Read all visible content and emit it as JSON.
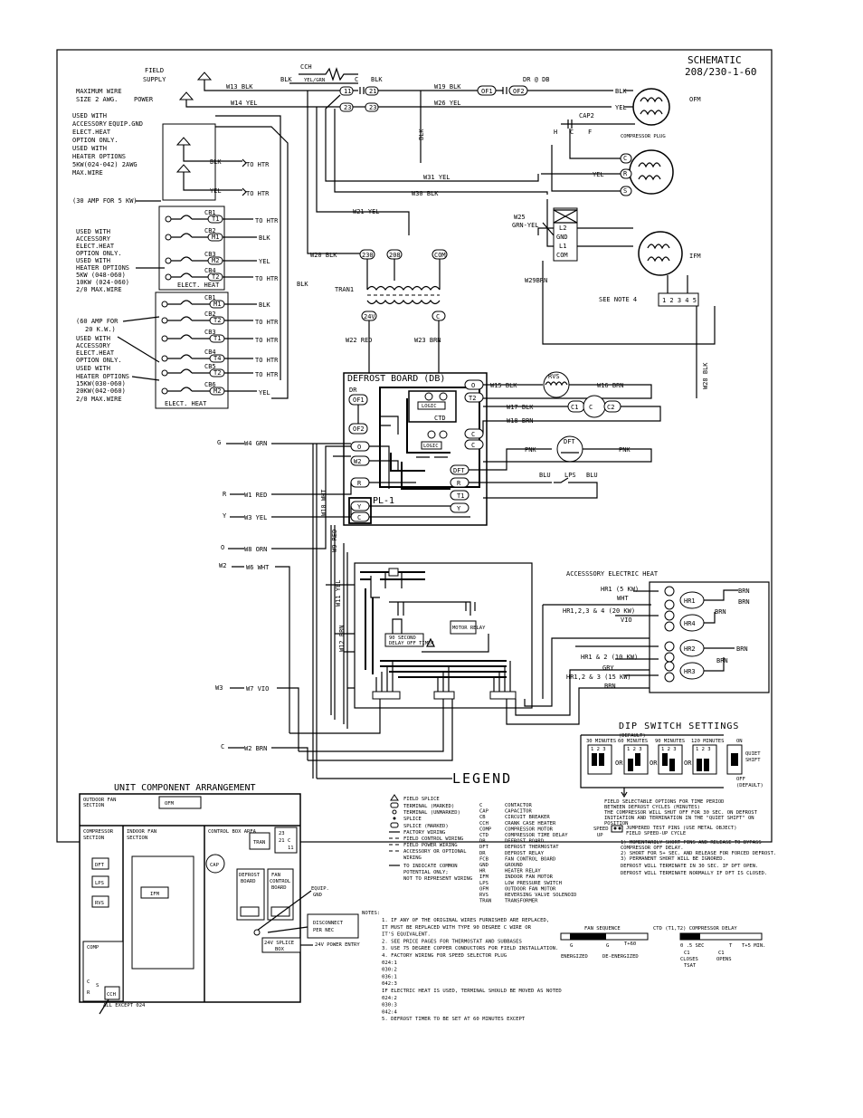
{
  "title": {
    "line1": "SCHEMATIC",
    "line2": "208/230-1-60"
  },
  "supply": {
    "field_supply": [
      "FIELD",
      "SUPPLY"
    ],
    "max_wire": [
      "MAXIMUM WIRE",
      "SIZE 2 AWG.",
      "POWER"
    ],
    "accessory": [
      "USED WITH",
      "ACCESSORY",
      "ELECT.HEAT",
      "OPTION ONLY.",
      "USED WITH",
      "HEATER OPTIONS",
      "5KW(024-042) 2AWG",
      "MAX.WIRE"
    ],
    "equip_gnd": "EQUIP.GND",
    "amp_30": "(30 AMP FOR 5 KW)",
    "cb_group1": [
      "USED WITH",
      "ACCESSORY",
      "ELECT.HEAT",
      "OPTION ONLY.",
      "USED WITH",
      "HEATER OPTIONS",
      "5KW (048-060)",
      "10KW (024-060)",
      "2/0 MAX.WIRE"
    ],
    "amp_60": [
      "(60 AMP FOR",
      "20 K.W.)"
    ],
    "cb_group2": [
      "USED WITH",
      "ACCESSORY",
      "ELECT.HEAT",
      "OPTION ONLY.",
      "USED WITH",
      "HEATER OPTIONS",
      "15KW(030-060)",
      "20KW(042-060)",
      "2/0 MAX.WIRE"
    ],
    "elect_heat": "ELECT. HEAT",
    "elect_heat2": "ELECT.  HEAT"
  },
  "wires": {
    "w13": "W13 BLK",
    "w14": "W14 YEL",
    "w19": "W19 BLK",
    "w26": "W26 YEL",
    "w31": "W31 YEL",
    "w30": "W30 BLK",
    "w21": "W21 YEL",
    "w20": "W20 BLK",
    "w25": [
      "W25",
      "GRN-YEL"
    ],
    "w29": "W29BRN",
    "w22": "W22 RED",
    "w23": "W23 BRN",
    "w28": "W28 BLK",
    "w15": "W15 BLK",
    "w16": "W16 BRN",
    "w17": "W17 BLK",
    "w18": "W18 BRN",
    "w4": "W4 GRN",
    "w1": "W1 RED",
    "w3": "W3 YEL",
    "w8": "W8 ORN",
    "w6": "W6 WHT",
    "w10": "W10 WHT",
    "w9": "W9 RED",
    "w11": "W11 YEL",
    "w12": "W12 BRN",
    "w7": "W7 VIO",
    "w2": "W2 BRN",
    "blk": "BLK",
    "yel": "YEL",
    "to_htr": "TO HTR"
  },
  "components": {
    "cch": "CCH",
    "cch_wire": "YEL/GRN",
    "c": "C",
    "dr_db": "DR @ DB",
    "of1": "OF1",
    "of2": "OF2",
    "ofm": "OFM",
    "cap2": "CAP2",
    "h": "H",
    "f": "F",
    "compressor_plug": "COMPRESSOR PLUG",
    "s": "S",
    "r": "R",
    "ifm": "IFM",
    "l2": "L2",
    "gnd": "GND",
    "l1": "L1",
    "com": "COM",
    "see_note": "SEE NOTE 4",
    "speeds": "1 2 3 4 5",
    "tran1": "TRAN1",
    "t230": "230",
    "t208": "208",
    "t24v": "24V",
    "cb1": "CB1",
    "cb2": "CB2",
    "cb3": "CB3",
    "cb4": "CB4",
    "cb5": "CB5",
    "cb6": "CB6",
    "t1": "T1",
    "m1": "M1",
    "m2": "M2",
    "t2": "T2",
    "t4": "T4",
    "defrost_board": "DEFROST BOARD (DB)",
    "dr": "DR",
    "logic": "LOGIC",
    "ctd": "CTD",
    "pl1": "PL-1",
    "o": "O",
    "w2": "W2",
    "y": "Y",
    "rvs": "RVS",
    "c1": "C1",
    "c2": "C2",
    "dft": "DFT",
    "pnk": "PNK",
    "blu": "BLU",
    "lps": "LPS",
    "g": "G",
    "r_term": "R",
    "y_term": "Y",
    "o_term": "O",
    "w2_term": "W2",
    "w3_term": "W3",
    "c_term": "C",
    "delay_timer": [
      "90 SECOND",
      "DELAY OFF TIMER"
    ],
    "motor_relay": "MOTOR RELAY"
  },
  "accessory_heat": {
    "title": "ACCESSSORY ELECTRIC HEAT",
    "hr1": "HR1 (5 KW)",
    "wht": "WHT",
    "hr1234": "HR1,2,3 & 4 (20 KW)",
    "vio": "VIO",
    "hr12": "HR1 & 2 (10 KW)",
    "gry": "GRY",
    "hr123": "HR1,2 & 3 (15 KW)",
    "brn": "BRN",
    "relays": [
      "HR1",
      "HR4",
      "HR2",
      "HR3"
    ]
  },
  "dip": {
    "title": "DIP SWITCH SETTINGS",
    "default": "(DEFAULT)",
    "options": [
      "30 MINUTES",
      "60 MINUTES",
      "90 MINUTES",
      "120 MINUTES"
    ],
    "or": "OR",
    "on": "ON",
    "quiet_shift": [
      "QUIET",
      "SHIFT"
    ],
    "off": [
      "OFF",
      "(DEFAULT)"
    ],
    "positions": "1 2 3"
  },
  "legend": {
    "title": "LEGEND",
    "symbols": [
      "FIELD SPLICE",
      "TERMINAL (MARKED)",
      "TERMINAL (UNMARKED)",
      "SPLICE",
      "SPLICE (MARKED)",
      "FACTORY WIRING",
      "FIELD CONTROL WIRING",
      "FIELD POWER WIRING",
      "ACCESSORY OR OPTIONAL",
      "WIRING",
      "TO INDICATE COMMON",
      "POTENTIAL ONLY;",
      "NOT TO REPRESENT WIRING"
    ],
    "abbr": [
      [
        "C",
        "CONTACTOR"
      ],
      [
        "CAP",
        "CAPACITOR"
      ],
      [
        "CB",
        "CIRCUIT BREAKER"
      ],
      [
        "CCH",
        "CRANK CASE HEATER"
      ],
      [
        "COMP",
        "COMPRESSOR MOTOR"
      ],
      [
        "CTD",
        "COMPRESSOR TIME DELAY"
      ],
      [
        "DB",
        "DEFROST BOARD"
      ],
      [
        "DFT",
        "DEFROST THERMOSTAT"
      ],
      [
        "DR",
        "DEFROST RELAY"
      ],
      [
        "FCB",
        "FAN CONTROL BOARD"
      ],
      [
        "GND",
        "GROUND"
      ],
      [
        "HR",
        "HEATER RELAY"
      ],
      [
        "IFM",
        "INDOOR FAN MOTOR"
      ],
      [
        "LPS",
        "LOW PRESSURE SWITCH"
      ],
      [
        "OFM",
        "OUTDOOR FAN MOTOR"
      ],
      [
        "RVS",
        "REVERSING VALVE SOLENOID"
      ],
      [
        "TRAN",
        "TRANSFORMER"
      ]
    ]
  },
  "field_options": [
    "FIELD SELECTABLE OPTIONS FOR TIME PERIOD",
    "BETWEEN DEFROST CYCLES (MINUTES)",
    "THE COMPRESSOR WILL SHUT OFF FOR 30 SEC. ON DEFROST",
    "INITIATION AND TERMINATION IN THE \"QUIET SHIFT\" ON",
    "POSITION"
  ],
  "speed_up": {
    "label": "SPEED",
    "up": "UP",
    "text": [
      "JUMPERED TEST PINS (USE METAL OBJECT)",
      "FIELD SPEED-UP CYCLE"
    ],
    "items": [
      "1) MOMENTARILY SHORT PINS AND RELEASE TO BYPASS",
      "   COMPRESSOR OFF DELAY.",
      "2) SHORT FOR 5+ SEC. AND RELEASE FOR FORCED DEFROST.",
      "3) PERMANENT SHORT WILL BE IGNORED."
    ],
    "terminate": [
      "DEFROST WILL TERMINATE IN 30 SEC. IF DFT OPEN.",
      "DEFROST WILL TERMINATE NORMALLY IF DFT IS CLOSED."
    ]
  },
  "unit_arrangement": {
    "title": "UNIT COMPONENT ARRANGEMENT",
    "outdoor_fan": [
      "OUTDOOR FAN",
      "SECTION"
    ],
    "ofm": "OFM",
    "compressor": [
      "COMPRESSOR",
      "SECTION"
    ],
    "indoor_fan": [
      "INDOOR FAN",
      "SECTION"
    ],
    "control_box": "CONTROL BOX AREA",
    "tran": "TRAN",
    "c_block": [
      "23",
      "21",
      "C",
      "11"
    ],
    "dft": "DFT",
    "lps": "LPS",
    "rvs": "RVS",
    "ifm": "IFM",
    "cap": "CAP",
    "defrost_board": [
      "DEFROST",
      "BOARD"
    ],
    "fan_board": [
      "FAN",
      "CONTROL",
      "BOARD"
    ],
    "equip_gnd": [
      "EQUIP.",
      "GND"
    ],
    "disconnect": [
      "DISCONNECT",
      "PER NEC"
    ],
    "splice_box": [
      "24V SPLICE",
      "BOX"
    ],
    "power_entry": "24V POWER ENTRY",
    "comp": "COMP",
    "c": "C",
    "s": "S",
    "r": "R",
    "cch": "CCH",
    "all_except": "ALL EXCEPT 024"
  },
  "notes": {
    "title": "NOTES:",
    "lines": [
      "1.  IF ANY OF THE ORIGINAL WIRES FURNISHED ARE REPLACED,",
      "    IT MUST BE REPLACED WITH TYPE 90 DEGREE C WIRE OR",
      "    IT'S EQUIVALENT.",
      "2.  SEE PRICE PAGES FOR THERMOSTAT AND SUBBASES",
      "3.  USE 75 DEGREE COPPER CONDUCTORS FOR FIELD INSTALLATION.",
      "4.  FACTORY WIRING FOR SPEED SELECTOR PLUG",
      "    024:1",
      "    030:2",
      "    036:1",
      "    042:3",
      "    IF ELECTRIC HEAT IS USED, TERMINAL SHOULD BE MOVED AS NOTED",
      "    024:2",
      "    030:3",
      "    042:4",
      "5.  DEFROST TIMER TO BE SET AT 60 MINUTES EXCEPT"
    ]
  },
  "fan_sequence": {
    "title": "FAN SEQUENCE",
    "g1": "G",
    "g2": "G",
    "t": "T+60",
    "energized": "ENERGIZED",
    "de_energized": "DE-ENERGIZED"
  },
  "ctd_delay": {
    "title": "CTD (T1,T2)  COMPRESSOR DELAY",
    "t0": "0 .5 SEC",
    "t": "T",
    "t5": "T+5 MIN.",
    "c1": "C1",
    "closes": "CLOSES",
    "tsat": "TSAT",
    "c1b": "C1",
    "opens": "OPENS"
  }
}
